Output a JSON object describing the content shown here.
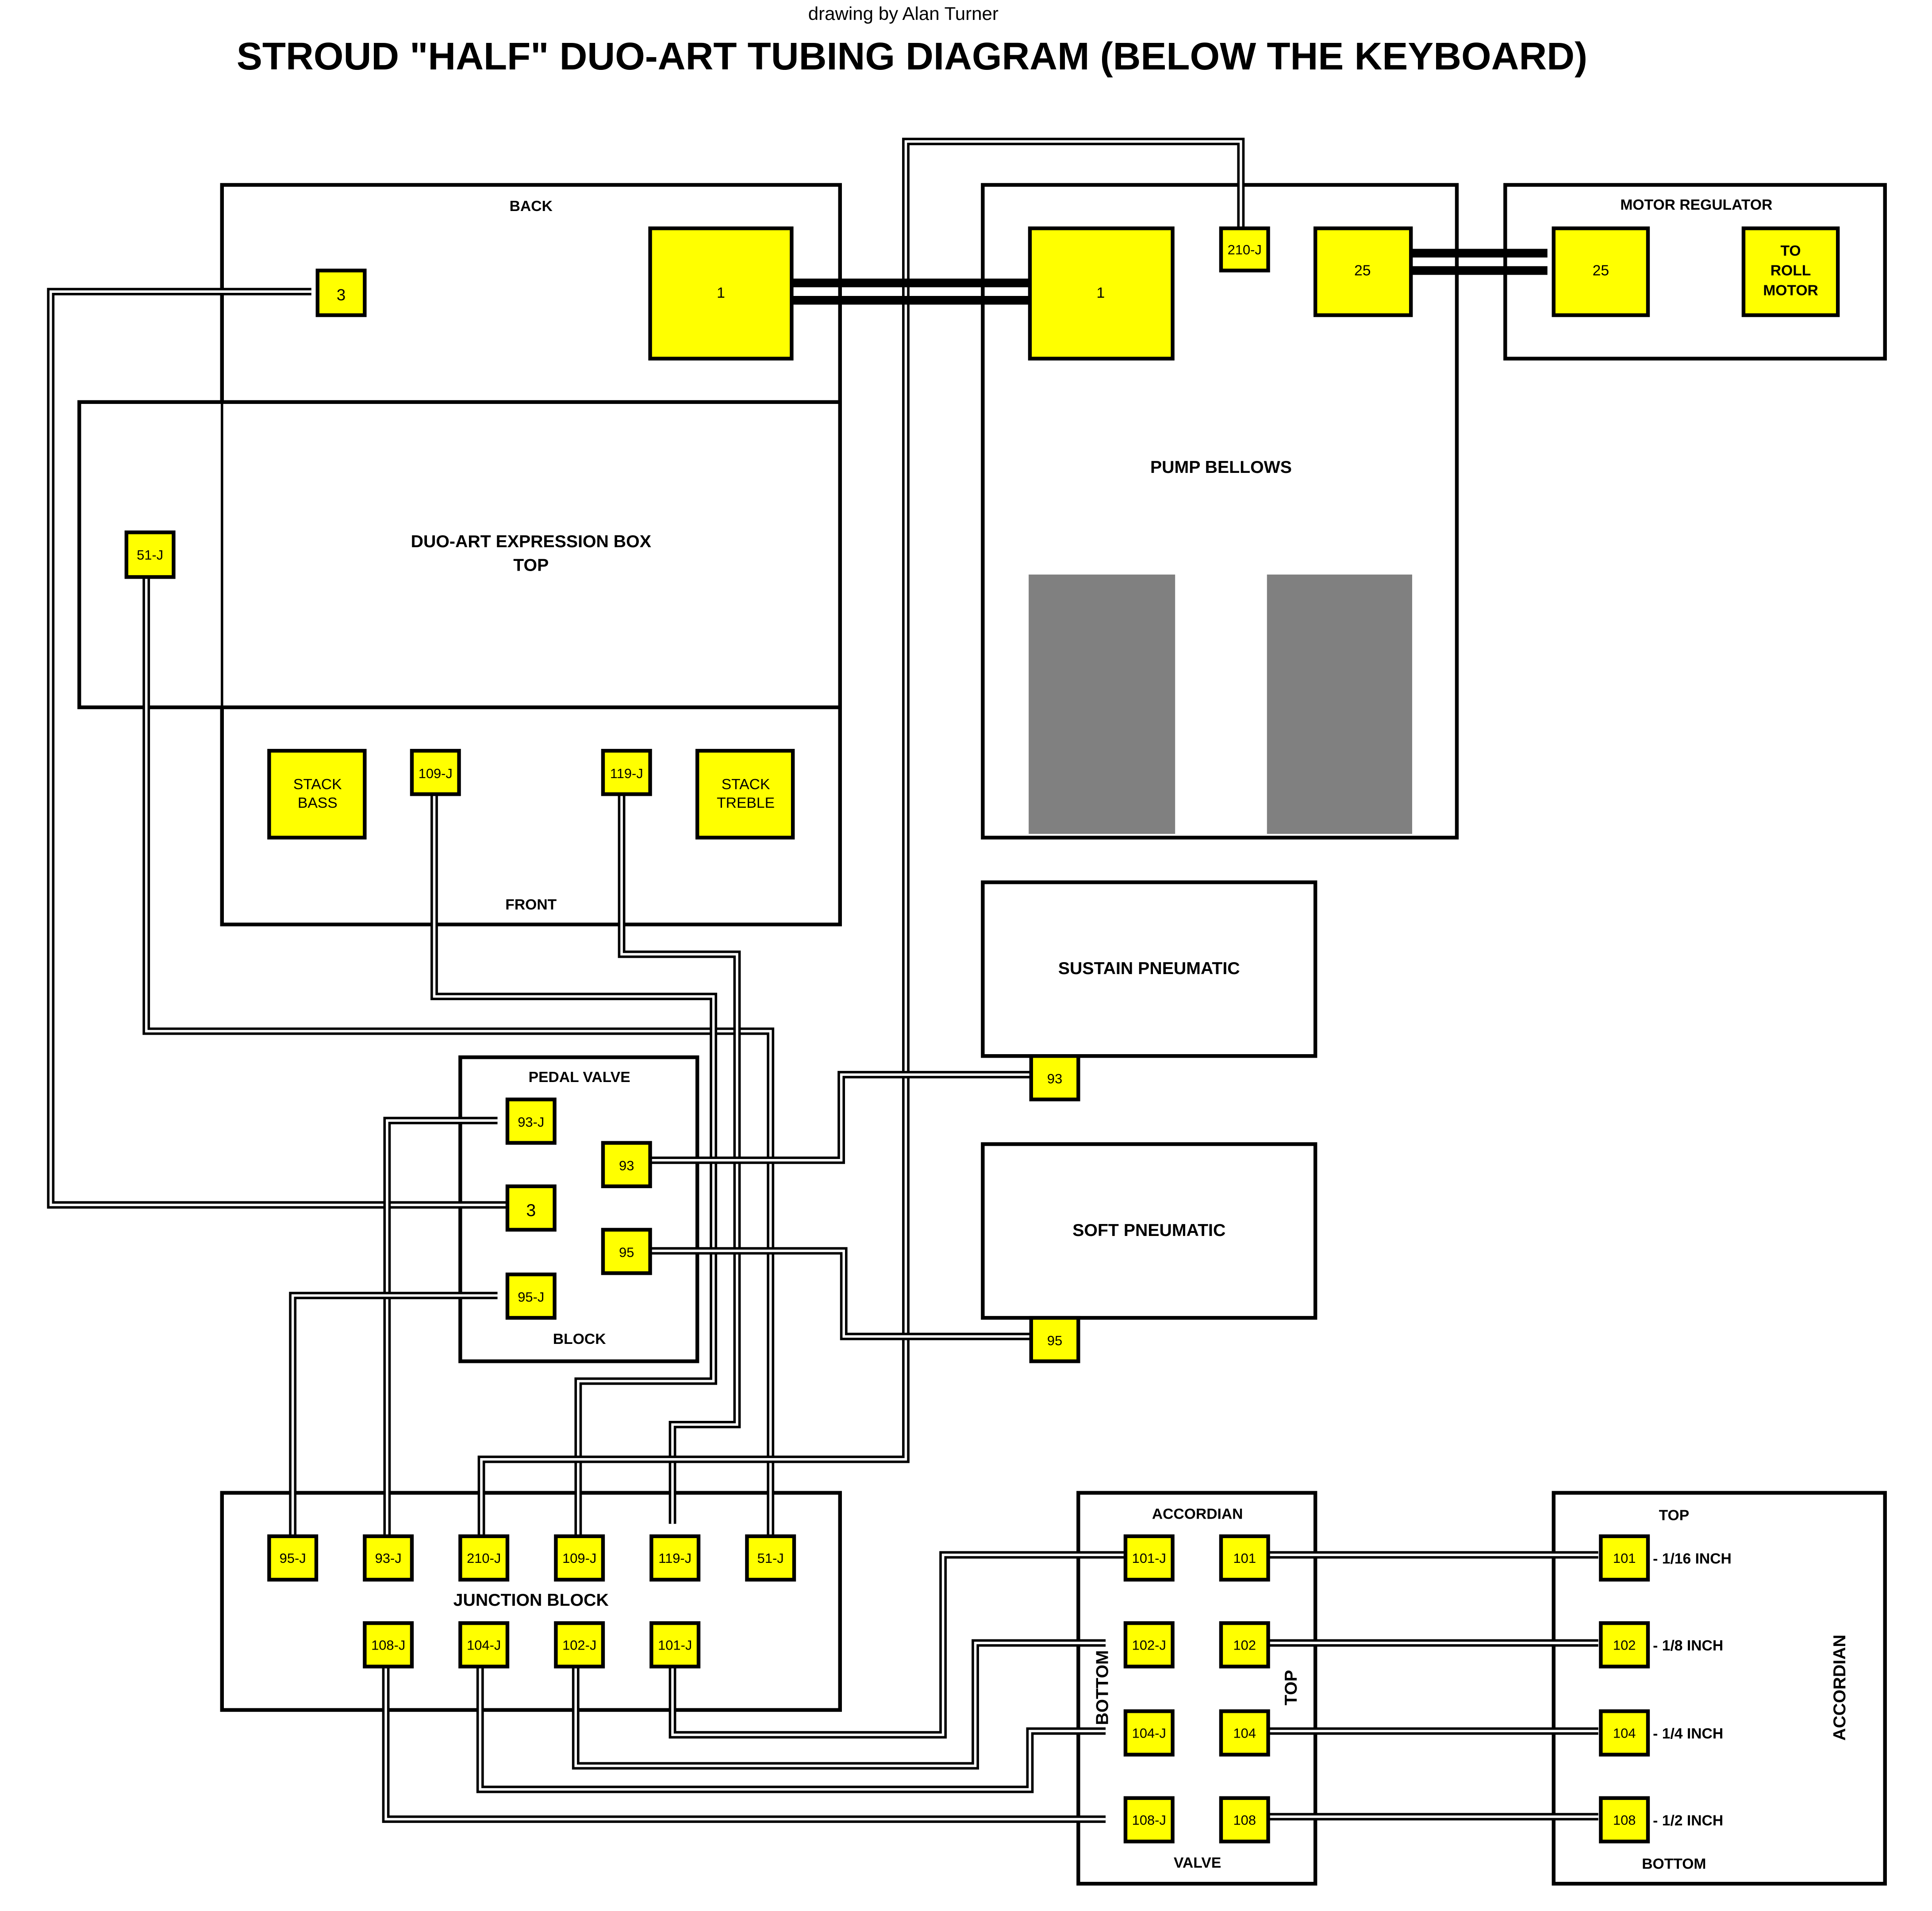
{
  "credit": "drawing by Alan Turner",
  "title": "STROUD \"HALF\" DUO-ART TUBING DIAGRAM (BELOW THE KEYBOARD)",
  "colors": {
    "fitting": "#ffff00",
    "outline": "#000000",
    "bellows_panel": "#808080",
    "background": "#ffffff"
  },
  "components": {
    "stack_box": {
      "back_label": "BACK",
      "front_label": "FRONT",
      "fittings": {
        "three": "3",
        "one": "1",
        "stack_bass": "STACK\nBASS",
        "f109j": "109-J",
        "f119j": "119-J",
        "stack_treble": "STACK\nTREBLE"
      }
    },
    "expression_box": {
      "label_line1": "DUO-ART EXPRESSION BOX",
      "label_line2": "TOP",
      "fittings": {
        "f51j": "51-J"
      }
    },
    "pump_bellows": {
      "label": "PUMP BELLOWS",
      "fittings": {
        "one": "1",
        "f210j": "210-J",
        "f25": "25"
      }
    },
    "motor_regulator": {
      "label": "MOTOR REGULATOR",
      "fittings": {
        "f25": "25",
        "to_roll_motor": [
          "TO",
          "ROLL",
          "MOTOR"
        ]
      }
    },
    "sustain_pneumatic": {
      "label": "SUSTAIN PNEUMATIC",
      "fittings": {
        "f93": "93"
      }
    },
    "soft_pneumatic": {
      "label": "SOFT PNEUMATIC",
      "fittings": {
        "f95": "95"
      }
    },
    "pedal_valve_block": {
      "label_top": "PEDAL VALVE",
      "label_bottom": "BLOCK",
      "fittings": {
        "f93j": "93-J",
        "f93": "93",
        "f3": "3",
        "f95": "95",
        "f95j": "95-J"
      }
    },
    "junction_block": {
      "label": "JUNCTION BLOCK",
      "top_row": [
        "95-J",
        "93-J",
        "210-J",
        "109-J",
        "119-J",
        "51-J"
      ],
      "bottom_row": [
        "108-J",
        "104-J",
        "102-J",
        "101-J"
      ]
    },
    "accordian_valve": {
      "label_top": "ACCORDIAN",
      "label_bottom": "VALVE",
      "side_left": "BOTTOM",
      "side_right": "TOP",
      "left_col": [
        "101-J",
        "102-J",
        "104-J",
        "108-J"
      ],
      "right_col": [
        "101",
        "102",
        "104",
        "108"
      ]
    },
    "accordian": {
      "label_top": "TOP",
      "label_bottom": "BOTTOM",
      "side_label": "ACCORDIAN",
      "fittings": [
        "101",
        "102",
        "104",
        "108"
      ],
      "sizes": [
        "- 1/16 INCH",
        "- 1/8 INCH",
        "- 1/4 INCH",
        "- 1/2 INCH"
      ]
    }
  }
}
